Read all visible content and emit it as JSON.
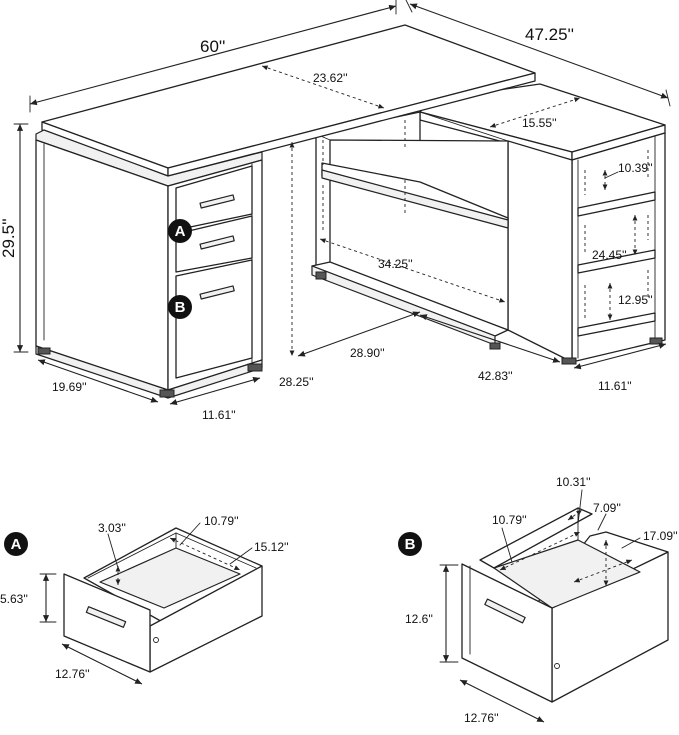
{
  "desk": {
    "width_total": "60''",
    "depth_return": "47.25''",
    "height_total": "29.5''",
    "top_depth": "23.62''",
    "return_top_depth": "15.55''",
    "shelf_gap_top": "10.39''",
    "shelf_gap_mid": "24.45''",
    "shelf_gap_bottom": "12.95''",
    "open_width": "34.25''",
    "knee_width": "28.90''",
    "return_length": "42.83''",
    "knee_height": "28.25''",
    "pedestal_depth": "19.69''",
    "pedestal_width": "11.61''",
    "return_width": "11.61''"
  },
  "badges": {
    "a": "A",
    "b": "B"
  },
  "drawer_a": {
    "badge": "A",
    "height": "5.63''",
    "width": "12.76''",
    "inner_height": "3.03''",
    "inner_width": "10.79''",
    "depth": "15.12''"
  },
  "drawer_b": {
    "badge": "B",
    "height": "12.6''",
    "width": "12.76''",
    "inner_width": "10.79''",
    "inner_depth_top": "10.31''",
    "inner_height": "7.09''",
    "depth": "17.09''"
  }
}
